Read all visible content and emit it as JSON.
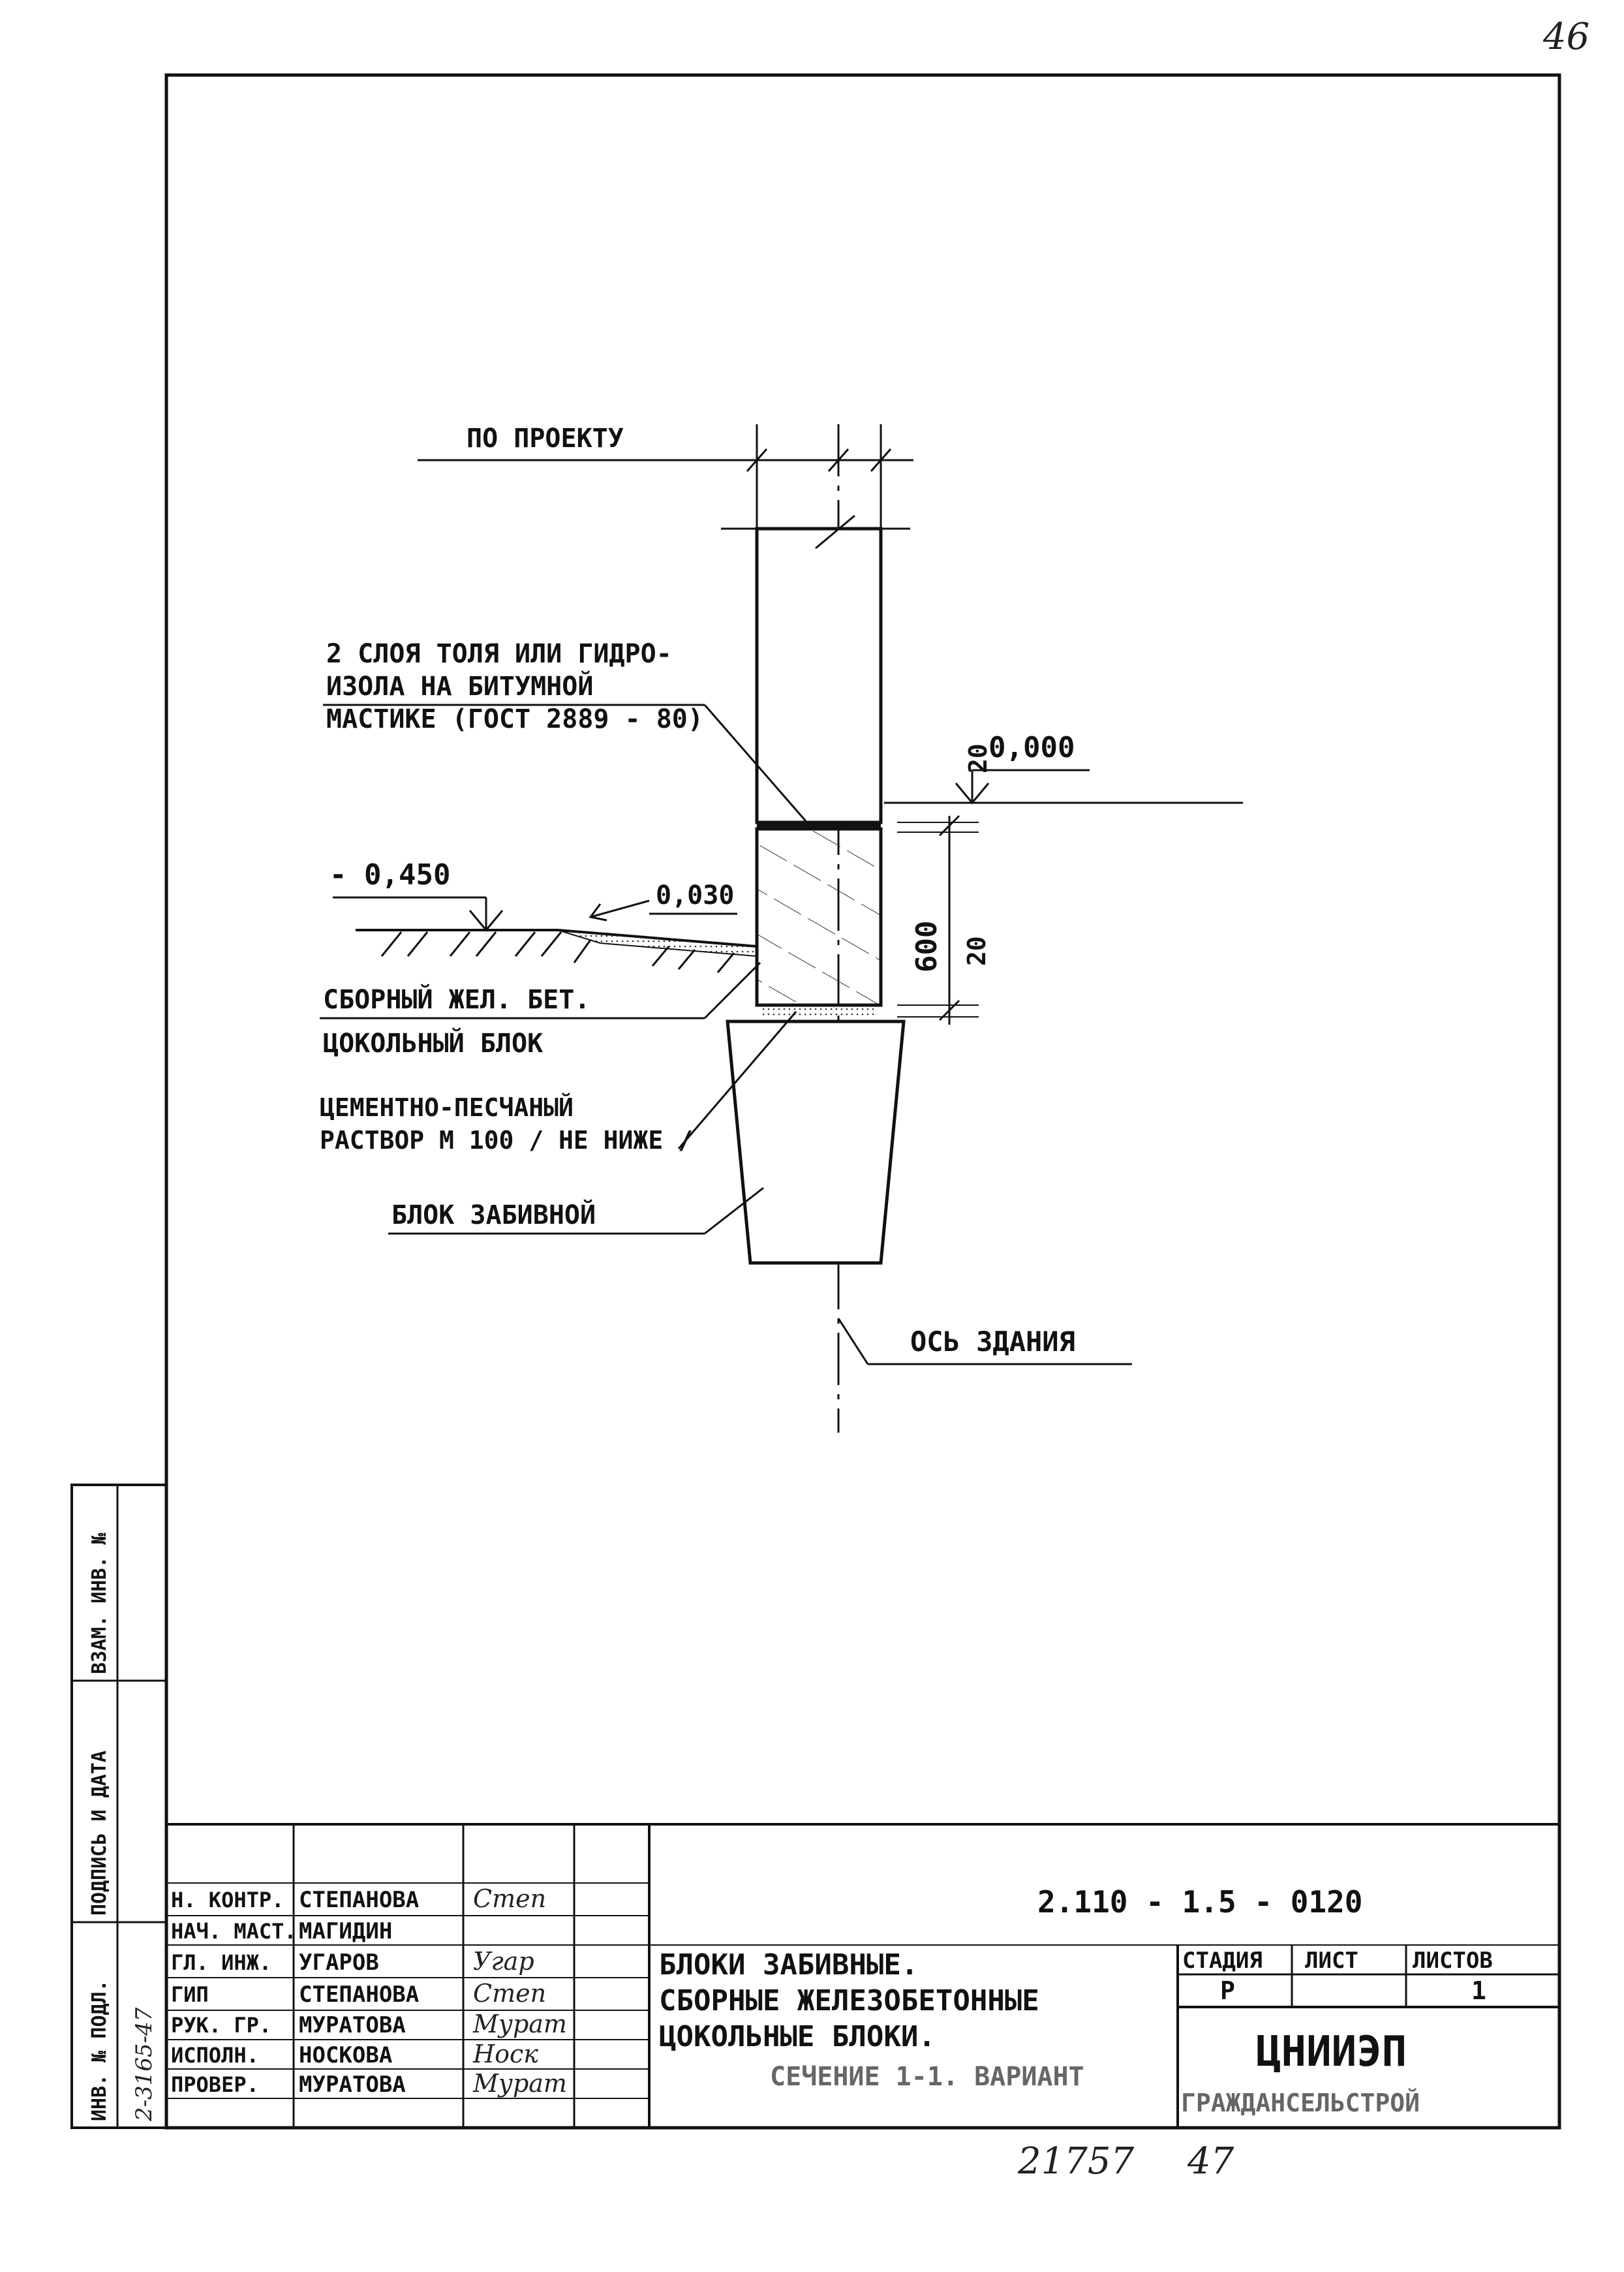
{
  "page_number": "46",
  "drawing": {
    "label_project": "ПО ПРОЕКТУ",
    "label_waterproofing": [
      "2 СЛОЯ ТОЛЯ ИЛИ ГИДРО-",
      "ИЗОЛА НА БИТУМНОЙ",
      "МАСТИКЕ (ГОСТ 2889 - 80)"
    ],
    "label_level_zero": "0,000",
    "label_level_ground": "- 0,450",
    "label_slope": "0,030",
    "label_dim_20_top": "20",
    "label_dim_600": "600",
    "label_dim_20_bottom": "20",
    "label_plinth_block": [
      "СБОРНЫЙ ЖЕЛ. БЕТ.",
      "ЦОКОЛЬНЫЙ БЛОК"
    ],
    "label_mortar": [
      "ЦЕМЕНТНО-ПЕСЧАНЫЙ",
      "РАСТВОР М 100 / НЕ НИЖЕ /"
    ],
    "label_pile_block": "БЛОК ЗАБИВНОЙ",
    "label_axis": "ОСЬ ЗДАНИЯ"
  },
  "side_stamp": {
    "col1_label": "ИНВ. № ПОДЛ.",
    "col1_value": "2-3165-47",
    "col2_label": "ПОДПИСЬ И ДАТА",
    "col3_label": "ВЗАМ. ИНВ. №"
  },
  "title_block": {
    "code": "2.110 - 1.5 - 0120",
    "staff": [
      {
        "role": "Н. КОНТР.",
        "name": "СТЕПАНОВА",
        "sign": "Степ"
      },
      {
        "role": "НАЧ. МАСТ.",
        "name": "МАГИДИН",
        "sign": ""
      },
      {
        "role": "ГЛ. ИНЖ.",
        "name": "УГАРОВ",
        "sign": "Угар"
      },
      {
        "role": "ГИП",
        "name": "СТЕПАНОВА",
        "sign": "Степ"
      },
      {
        "role": "РУК. ГР.",
        "name": "МУРАТОВА",
        "sign": "Мурат"
      },
      {
        "role": "ИСПОЛН.",
        "name": "НОСКОВА",
        "sign": "Носк"
      },
      {
        "role": "ПРОВЕР.",
        "name": "МУРАТОВА",
        "sign": "Мурат"
      }
    ],
    "title_lines": [
      "БЛОКИ ЗАБИВНЫЕ.",
      "СБОРНЫЕ ЖЕЛЕЗОБЕТОННЫЕ",
      "ЦОКОЛЬНЫЕ БЛОКИ."
    ],
    "subtitle": "СЕЧЕНИЕ 1-1. ВАРИАНТ",
    "stage_label": "СТАДИЯ",
    "sheet_label": "ЛИСТ",
    "sheets_label": "ЛИСТОВ",
    "stage_value": "Р",
    "sheet_value": "",
    "sheets_value": "1",
    "org_name": "ЦНИИЭП",
    "org_sub": "ГРАЖДАНСЕЛЬСТРОЙ"
  },
  "footer": {
    "inv_number": "21757",
    "copy_number": "47"
  }
}
